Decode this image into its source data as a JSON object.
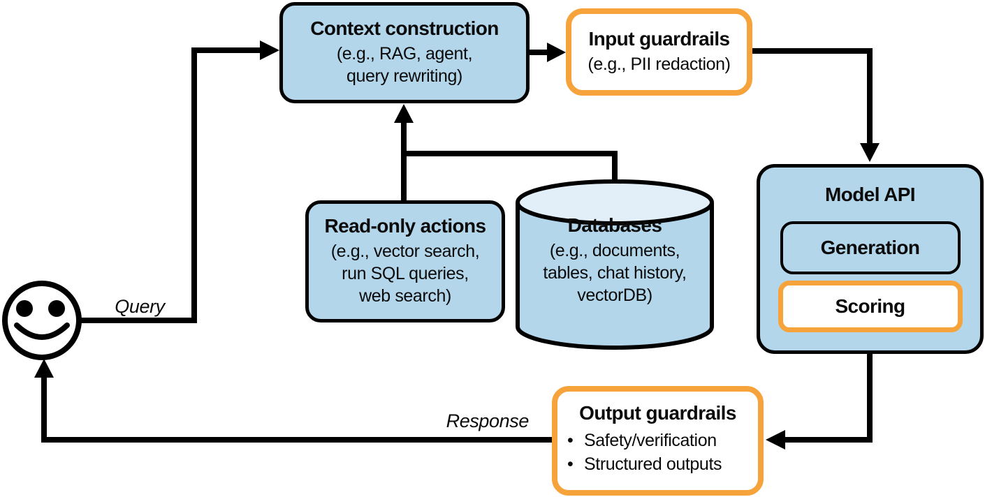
{
  "colors": {
    "node_fill": "#b3d6ea",
    "cylinder_top_fill": "#e2eef8",
    "guardrail_border": "#f7a33c",
    "line": "#000000"
  },
  "labels": {
    "query": "Query",
    "response": "Response",
    "bullet": "•"
  },
  "nodes": {
    "context_construction": {
      "title": "Context construction",
      "subtitle": "(e.g., RAG, agent,\nquery rewriting)"
    },
    "input_guardrails": {
      "title": "Input guardrails",
      "subtitle": "(e.g., PII redaction)"
    },
    "model_api": {
      "title": "Model API",
      "children": [
        {
          "label": "Generation"
        },
        {
          "label": "Scoring"
        }
      ]
    },
    "read_only_actions": {
      "title": "Read-only actions",
      "subtitle": "(e.g., vector search,\nrun SQL queries,\nweb search)"
    },
    "databases": {
      "title": "Databases",
      "subtitle": "(e.g., documents,\ntables, chat history,\nvectorDB)"
    },
    "output_guardrails": {
      "title": "Output guardrails",
      "bullets": [
        "Safety/verification",
        "Structured outputs"
      ]
    }
  }
}
